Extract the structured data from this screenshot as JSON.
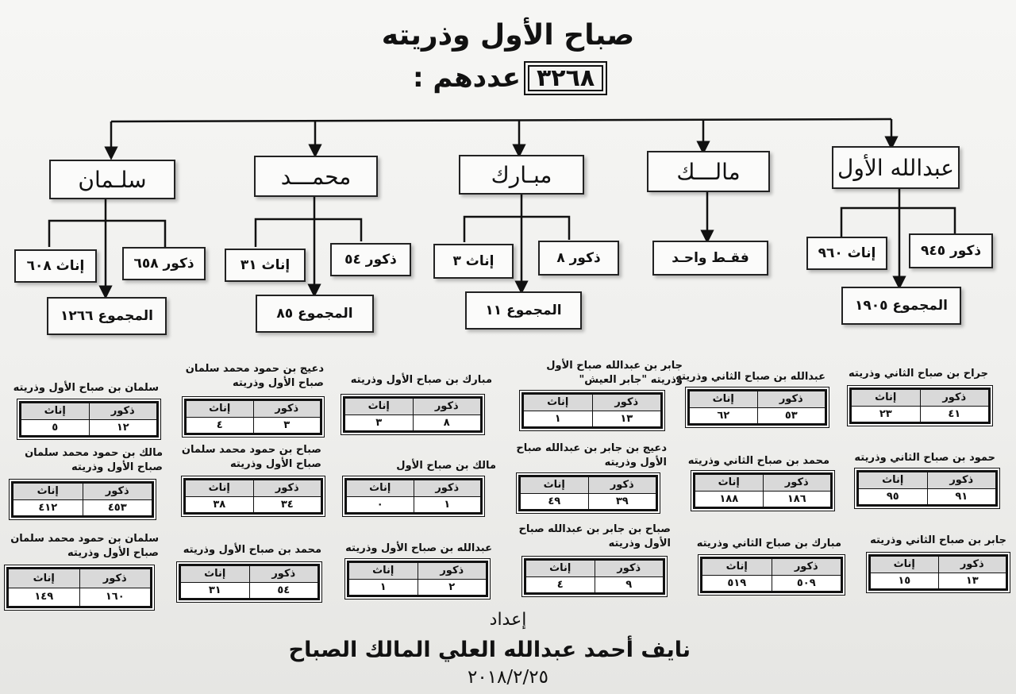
{
  "title": "صباح الأول وذريته",
  "total": {
    "label": "عددهم :",
    "value": "٣٢٦٨"
  },
  "branches": {
    "abdullah": {
      "name": "عبدالله الأول",
      "males": "ذكور ٩٤٥",
      "females": "إناث ٩٦٠",
      "total": "المجموع ١٩٠٥"
    },
    "malek": {
      "name": "مالـــك",
      "only": "فقـط واحـد"
    },
    "mubarak": {
      "name": "مبـارك",
      "males": "ذكور ٨",
      "females": "إناث ٣",
      "total": "المجموع ١١"
    },
    "mohammed": {
      "name": "محمـــد",
      "males": "ذكور ٥٤",
      "females": "إناث ٣١",
      "total": "المجموع ٨٥"
    },
    "salman": {
      "name": "سلـمان",
      "males": "ذكور ٦٥٨",
      "females": "إناث ٦٠٨",
      "total": "المجموع ١٢٦٦"
    }
  },
  "table_headers": {
    "males": "ذكور",
    "females": "إناث"
  },
  "subtables": {
    "s1": {
      "caption": "جراح بن صباح الثاني وذريته",
      "males": "٤١",
      "females": "٢٣"
    },
    "s2": {
      "caption": "عبدالله بن صباح الثاني وذريته",
      "males": "٥٣",
      "females": "٦٢"
    },
    "s3": {
      "caption": "جابر بن عبدالله صباح الأول وذريته \"جابر العيش\"",
      "males": "١٣",
      "females": "١"
    },
    "s4": {
      "caption": "مبارك بن صباح الأول وذريته",
      "males": "٨",
      "females": "٣"
    },
    "s5": {
      "caption": "دعيج بن حمود محمد سلمان صباح الأول وذريته",
      "males": "٣",
      "females": "٤"
    },
    "s6": {
      "caption": "سلمان بن صباح الأول وذريته",
      "males": "١٢",
      "females": "٥"
    },
    "s7": {
      "caption": "حمود بن صباح الثاني وذريته",
      "males": "٩١",
      "females": "٩٥"
    },
    "s8": {
      "caption": "محمد بن صباح الثاني وذريته",
      "males": "١٨٦",
      "females": "١٨٨"
    },
    "s9": {
      "caption": "دعيج بن جابر بن عبدالله صباح الأول وذريته",
      "males": "٣٩",
      "females": "٤٩"
    },
    "s10": {
      "caption": "مالك بن صباح الأول",
      "males": "١",
      "females": "٠"
    },
    "s11": {
      "caption": "صباح بن حمود محمد سلمان صباح الأول وذريته",
      "males": "٣٤",
      "females": "٣٨"
    },
    "s12": {
      "caption": "مالك بن حمود محمد سلمان صباح الأول وذريته",
      "males": "٤٥٣",
      "females": "٤١٢"
    },
    "s13": {
      "caption": "جابر بن صباح الثاني وذريته",
      "males": "١٣",
      "females": "١٥"
    },
    "s14": {
      "caption": "مبارك بن صباح الثاني وذريته",
      "males": "٥٠٩",
      "females": "٥١٩"
    },
    "s15": {
      "caption": "صباح بن جابر بن عبدالله صباح الأول وذريته",
      "males": "٩",
      "females": "٤"
    },
    "s16": {
      "caption": "عبدالله بن صباح الأول وذريته",
      "males": "٢",
      "females": "١"
    },
    "s17": {
      "caption": "محمد بن صباح الأول وذريته",
      "males": "٥٤",
      "females": "٣١"
    },
    "s18": {
      "caption": "سلمان بن حمود محمد سلمان صباح الأول وذريته",
      "males": "١٦٠",
      "females": "١٤٩"
    }
  },
  "credit": {
    "label": "إعداد",
    "name": "نايف أحمد عبدالله العلي المالك الصباح",
    "date": "٢٠١٨/٢/٢٥"
  }
}
